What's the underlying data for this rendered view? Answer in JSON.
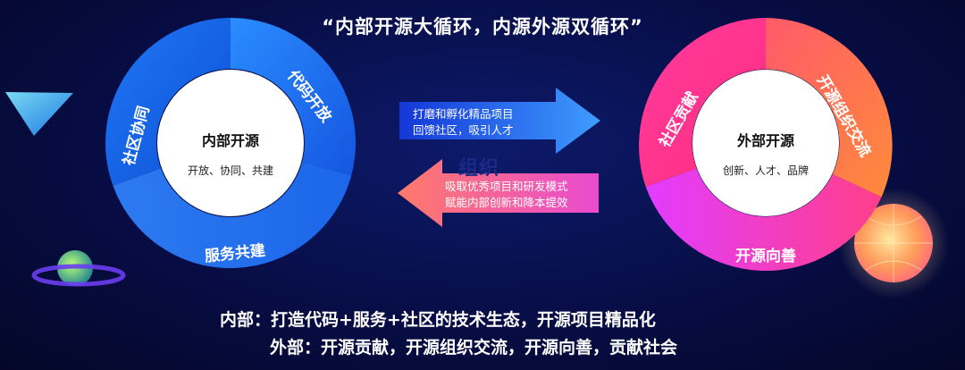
{
  "title": "“内部开源大循环，内源外源双循环”",
  "left_cycle": {
    "center_title": "内部开源",
    "center_sub": "开放、协同、共建",
    "segments": [
      "代码开放",
      "服务共建",
      "社区协同"
    ]
  },
  "right_cycle": {
    "center_title": "外部开源",
    "center_sub": "创新、人才、品牌",
    "segments": [
      "开源组织交流",
      "开源向善",
      "社区贡献"
    ]
  },
  "arrow_right": {
    "line1": "打磨和孵化精品项目",
    "line2": "回馈社区，吸引人才"
  },
  "arrow_left": {
    "line1": "吸取优秀项目和研发模式",
    "line2": "赋能内部创新和降本提效"
  },
  "watermark": "组织",
  "bottom": {
    "line1": "内部：打造代码+服务+社区的技术生态，开源项目精品化",
    "line2": "外部：开源贡献，开源组织交流，开源向善，贡献社会"
  },
  "colors": {
    "background": "#070d45",
    "left_ring": "#1e6ff0",
    "right_ring_start": "#ff3ea5",
    "right_ring_end": "#ff7a3a",
    "arrow_right": "#1a57e8",
    "arrow_left": "#ff5d5d"
  }
}
